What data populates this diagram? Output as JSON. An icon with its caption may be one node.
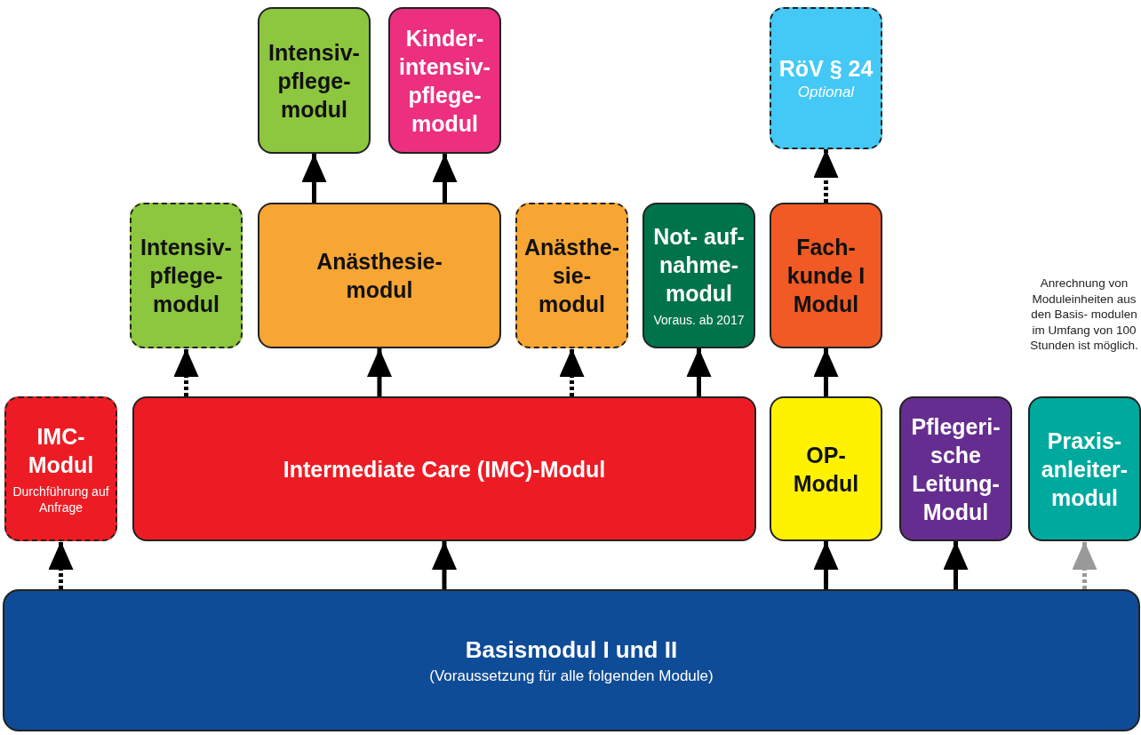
{
  "diagram": {
    "nodes": [
      {
        "text": [
          "Intensiv- pflege- modul"
        ]
      },
      {
        "text": [
          "Kinder- intensiv- pflege- modul"
        ]
      },
      {
        "text": [
          "RöV § 24",
          "Optional"
        ]
      },
      {
        "text": [
          "Intensiv- pflege- modul"
        ]
      },
      {
        "text": [
          "Anästhesie- modul"
        ]
      },
      {
        "text": [
          "Anästhe- sie- modul"
        ]
      },
      {
        "text": [
          "Not- auf- nahme- modul",
          "Voraus. ab 2017"
        ]
      },
      {
        "text": [
          "Fach- kunde I Modul"
        ]
      },
      {
        "text": [
          "IMC- Modul",
          "Durchführung auf Anfrage"
        ]
      },
      {
        "text": [
          "Intermediate Care (IMC)-Modul"
        ]
      },
      {
        "text": [
          "OP- Modul"
        ]
      },
      {
        "text": [
          "Pflegeri- sche Leitung- Modul"
        ]
      },
      {
        "text": [
          "Praxis- anleiter- modul"
        ]
      },
      {
        "text": [
          "Basismodul I und II",
          "(Voraussetzung für alle folgenden Module)"
        ]
      }
    ],
    "edges": [
      {
        "from": 13,
        "to": 8,
        "arrow": "to",
        "style": "dashed"
      },
      {
        "from": 13,
        "to": 9,
        "arrow": "to"
      },
      {
        "from": 13,
        "to": 10,
        "arrow": "to"
      },
      {
        "from": 13,
        "to": 11,
        "arrow": "to"
      },
      {
        "from": 13,
        "to": 12,
        "arrow": "to",
        "style": "dashed",
        "color": "#999999"
      },
      {
        "from": 9,
        "to": 3,
        "arrow": "to",
        "style": "dashed"
      },
      {
        "from": 9,
        "to": 4,
        "arrow": "to"
      },
      {
        "from": 9,
        "to": 5,
        "arrow": "to",
        "style": "dashed"
      },
      {
        "from": 9,
        "to": 6,
        "arrow": "to"
      },
      {
        "from": 4,
        "to": 0,
        "arrow": "to"
      },
      {
        "from": 4,
        "to": 1,
        "arrow": "to"
      },
      {
        "from": 10,
        "to": 7,
        "arrow": "to"
      },
      {
        "from": 7,
        "to": 2,
        "arrow": "to",
        "style": "dashed"
      }
    ],
    "labels": [
      "Anrechnung von Moduleinheiten aus den Basis- modulen im Umfang von 100 Stunden ist möglich."
    ]
  }
}
